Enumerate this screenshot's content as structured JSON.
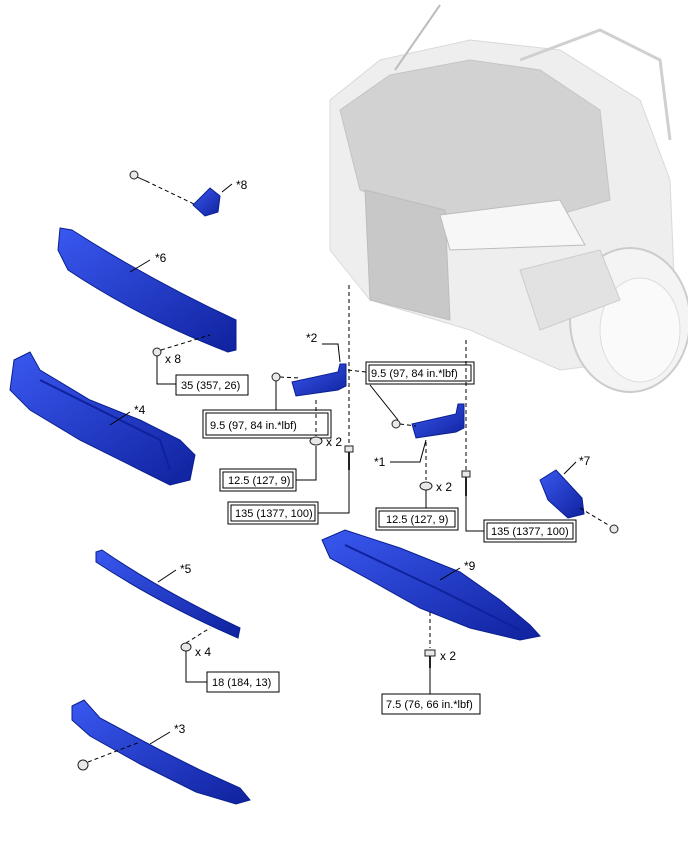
{
  "colors": {
    "part_fill": "#2340d8",
    "part_dark": "#0f229e",
    "car_body": "#ededed",
    "engine_bay": "#cfcfcf",
    "outline": "#000000"
  },
  "icons": [
    "bolt-icon",
    "nut-icon",
    "clip-icon"
  ],
  "callouts": {
    "p1": "*1",
    "p2": "*2",
    "p3": "*3",
    "p4": "*4",
    "p5": "*5",
    "p6": "*6",
    "p7": "*7",
    "p8": "*8",
    "p9": "*9"
  },
  "quantities": {
    "q_x8": "x 8",
    "q_x2_left": "x 2",
    "q_x2_right": "x 2",
    "q_x4": "x 4",
    "q_x2_bottom": "x 2"
  },
  "torques": {
    "t35": "35 (357, 26)",
    "t95_left": "9.5 (97, 84 in.*lbf)",
    "t95_right": "9.5 (97, 84 in.*lbf)",
    "t125_left": "12.5 (127, 9)",
    "t125_right": "12.5 (127, 9)",
    "t135_left": "135 (1377, 100)",
    "t135_right": "135 (1377, 100)",
    "t18": "18 (184, 13)",
    "t75": "7.5 (76, 66 in.*lbf)"
  }
}
